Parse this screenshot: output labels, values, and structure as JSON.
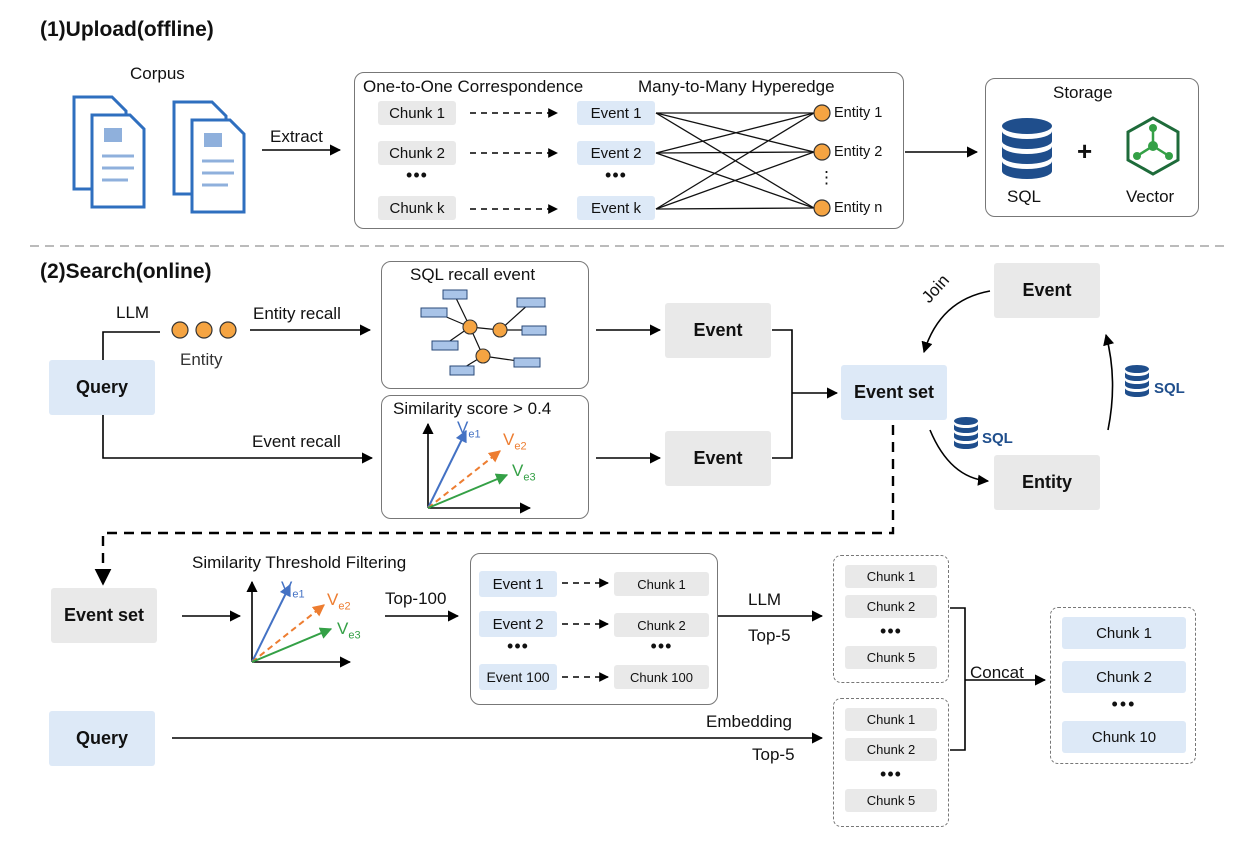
{
  "upload": {
    "title": "(1)Upload(offline)",
    "corpus_label": "Corpus",
    "extract_label": "Extract",
    "one_to_one_label": "One-to-One Correspondence",
    "many_to_many_label": "Many-to-Many Hyperedge",
    "chunks": [
      "Chunk 1",
      "Chunk 2",
      "Chunk k"
    ],
    "events": [
      "Event 1",
      "Event 2",
      "Event k"
    ],
    "entities": [
      "Entity 1",
      "Entity 2",
      "Entity n"
    ],
    "dots": "•••",
    "vdots": "⋮",
    "storage_label": "Storage",
    "sql_label": "SQL",
    "plus": "+",
    "vector_label": "Vector"
  },
  "search": {
    "title": "(2)Search(online)",
    "llm_label": "LLM",
    "entity_label": "Entity",
    "query_label": "Query",
    "entity_recall_label": "Entity recall",
    "event_recall_label": "Event recall",
    "sql_recall_title": "SQL recall event",
    "similarity_title": "Similarity score > 0.4",
    "vec_labels": [
      {
        "main": "V",
        "sub": "e1"
      },
      {
        "main": "V",
        "sub": "e2"
      },
      {
        "main": "V",
        "sub": "e3"
      }
    ],
    "event_a": "Event",
    "event_b": "Event",
    "event_set_label": "Event set",
    "join_label": "Join",
    "event_right": "Event",
    "entity_right": "Entity",
    "sql_badge_1": "SQL",
    "sql_badge_2": "SQL",
    "event_set_2": "Event set",
    "threshold_title": "Similarity Threshold Filtering",
    "top100_label": "Top-100",
    "filter_events": [
      "Event 1",
      "Event 2",
      "Event 100"
    ],
    "filter_chunks": [
      "Chunk 1",
      "Chunk 2",
      "Chunk 100"
    ],
    "dots": "•••",
    "llm2_label": "LLM",
    "top5_label_a": "Top-5",
    "llm_chunks": [
      "Chunk 1",
      "Chunk 2",
      "Chunk 5"
    ],
    "query2_label": "Query",
    "embedding_label": "Embedding",
    "top5_label_b": "Top-5",
    "emb_chunks": [
      "Chunk 1",
      "Chunk 2",
      "Chunk 5"
    ],
    "concat_label": "Concat",
    "final_chunks": [
      "Chunk 1",
      "Chunk 2",
      "Chunk 10"
    ]
  },
  "colors": {
    "blue_box": "#dde9f7",
    "gray_box": "#e9e9e9",
    "entity_dot": "#f5a442",
    "db_blue": "#1f4e8c",
    "vec_blue": "#4472c4",
    "vec_orange": "#ed7d31",
    "vec_green": "#34a046"
  }
}
